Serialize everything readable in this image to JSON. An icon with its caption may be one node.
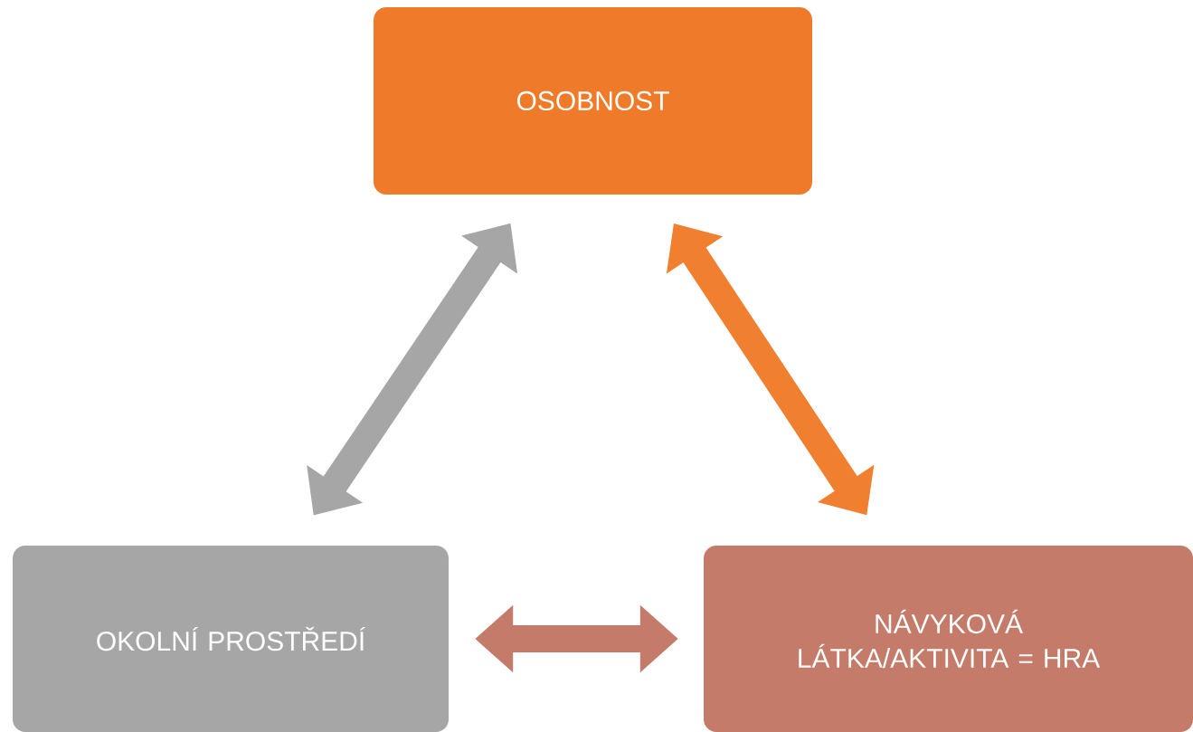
{
  "diagram": {
    "nodes": [
      {
        "text": [
          "OSOBNOST"
        ]
      },
      {
        "text": [
          "OKOLNÍ PROSTŘEDÍ"
        ]
      },
      {
        "text": [
          "NÁVYKOVÁ LÁTKA/AKTIVITA = HRA"
        ]
      }
    ],
    "edges": [
      {
        "from": 1,
        "to": 0,
        "arrow": "both",
        "color": "#a6a6a6"
      },
      {
        "from": 0,
        "to": 2,
        "arrow": "both",
        "color": "#f07f2f"
      },
      {
        "from": 1,
        "to": 2,
        "arrow": "both",
        "color": "#c47b69"
      }
    ]
  }
}
